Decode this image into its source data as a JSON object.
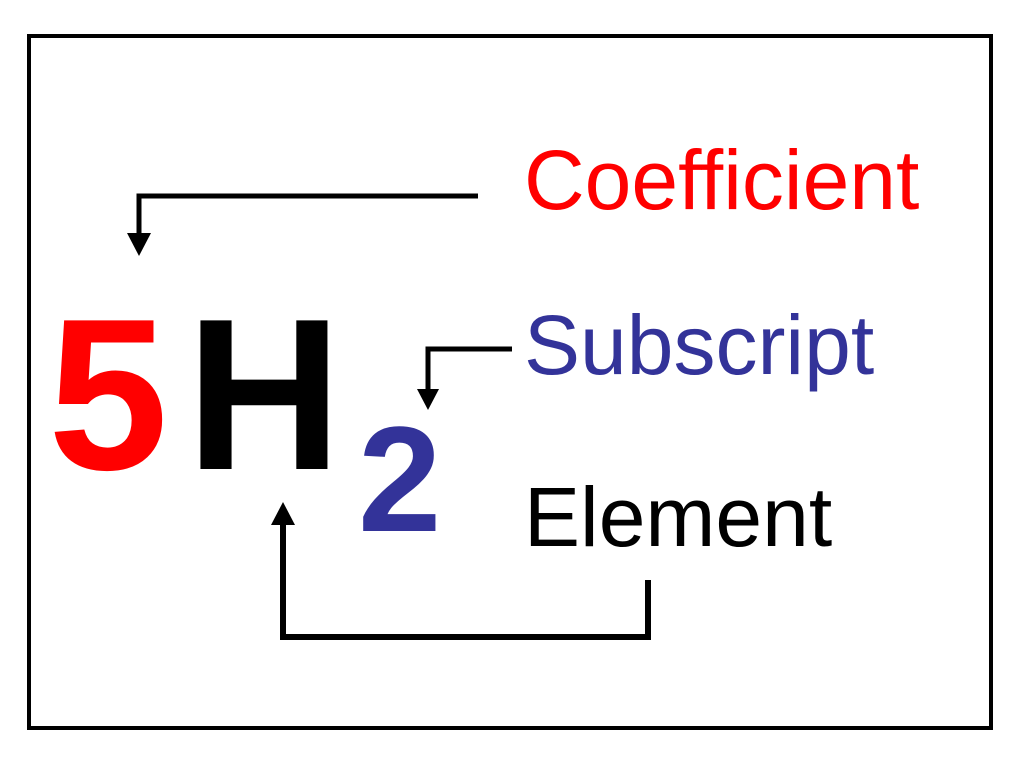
{
  "formula": {
    "coefficient": "5",
    "element_symbol": "H",
    "subscript": "2"
  },
  "labels": {
    "coefficient": "Coefficient",
    "subscript": "Subscript",
    "element": "Element"
  },
  "colors": {
    "coefficient": "#ff0000",
    "subscript": "#333399",
    "element": "#000000",
    "frame": "#000000",
    "background": "#ffffff"
  }
}
